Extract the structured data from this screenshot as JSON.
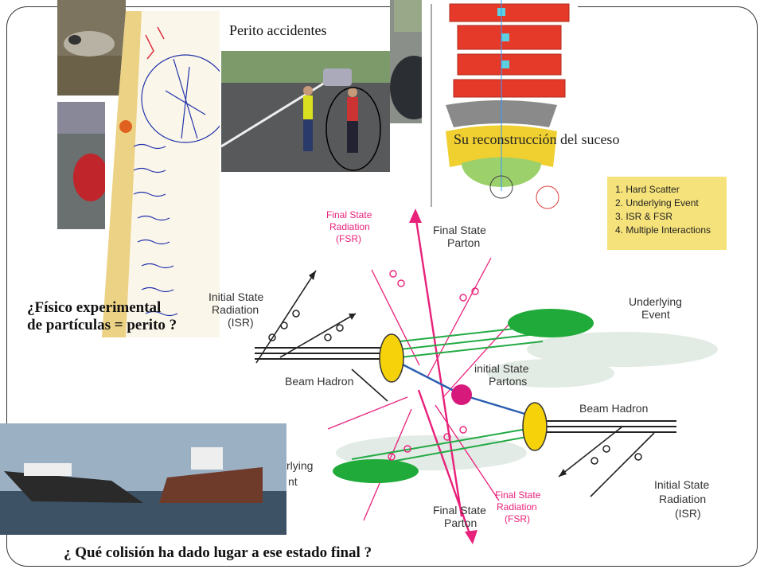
{
  "slide": {
    "caption_top": "Perito accidentes",
    "caption_reconstruction": "Su reconstrucción del suceso",
    "question_line1": "¿Físico experimental",
    "question_line2": "de partículas = perito ?",
    "question_bottom": "¿ Qué colisión ha dado lugar a ese estado final ?"
  },
  "diagram": {
    "legend": [
      "1. Hard Scatter",
      "2. Underlying Event",
      "3. ISR & FSR",
      "4. Multiple Interactions"
    ],
    "labels": {
      "fsr_top": [
        "Final State",
        "Radiation",
        "(FSR)"
      ],
      "parton_top": [
        "Final State",
        "Parton"
      ],
      "isr_left": [
        "Initial State",
        "Radiation",
        "(ISR)"
      ],
      "underlying_event": [
        "Underlying",
        "Event"
      ],
      "initial_partons": [
        "initial State",
        "Partons"
      ],
      "beam_hadron_left": "Beam Hadron",
      "beam_hadron_right": "Beam Hadron",
      "underlying_partial": [
        "rlying",
        "nt"
      ],
      "fsr_bottom": [
        "Final State",
        "Radiation",
        "(FSR)"
      ],
      "parton_bottom": [
        "Final State",
        "Parton"
      ],
      "isr_right": [
        "Initial State",
        "Radiation",
        "(ISR)"
      ]
    },
    "colors": {
      "fsr": "#e8217a",
      "green": "#22aa44",
      "yellow": "#f6d20a",
      "blue": "#2a5db0",
      "legend_bg": "#f6e27a"
    }
  }
}
